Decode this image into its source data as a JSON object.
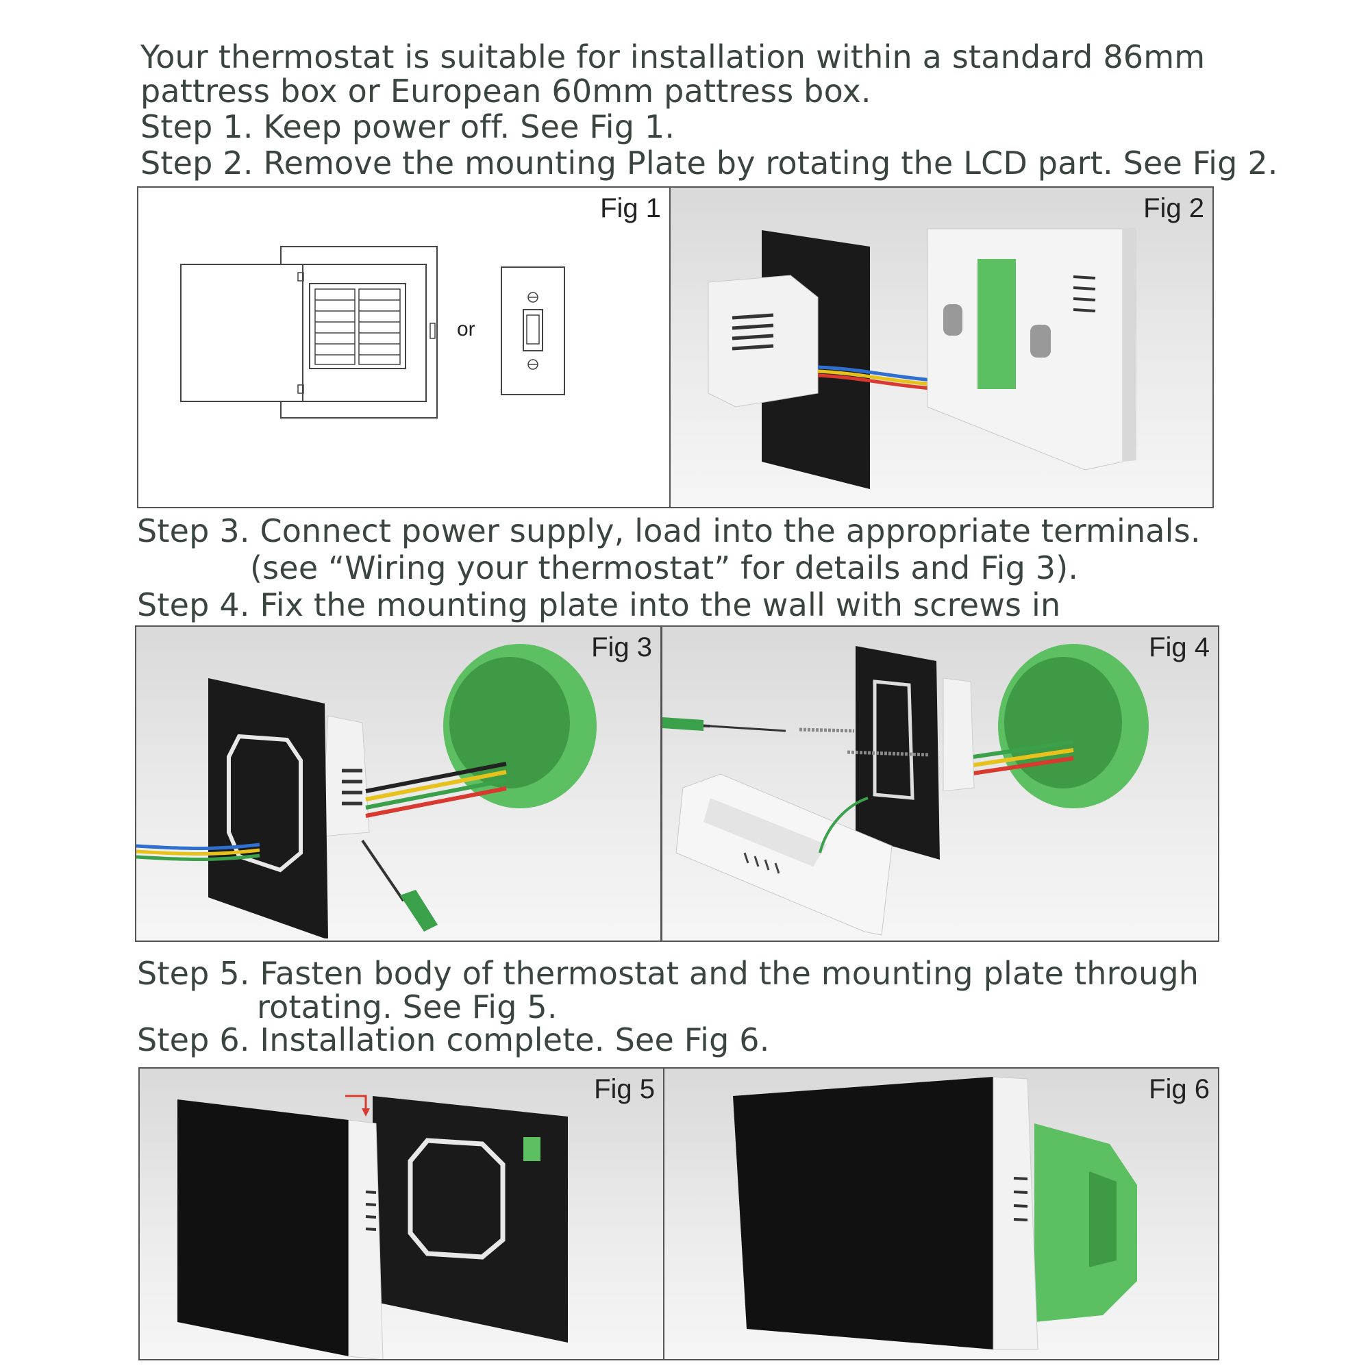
{
  "intro": {
    "line1": "Your thermostat is suitable for installation within a standard 86mm",
    "line2": "pattress box or European 60mm pattress box."
  },
  "steps": {
    "step1": "Step 1. Keep power off. See Fig 1.",
    "step2": "Step 2. Remove the mounting Plate by rotating the LCD part. See Fig 2.",
    "step3a": "Step 3. Connect power supply, load into the appropriate terminals.",
    "step3b": "(see “Wiring your thermostat” for details and Fig 3).",
    "step4": "Step 4. Fix the mounting plate into the wall with screws in",
    "step5a": "Step 5. Fasten body of thermostat and the mounting plate through",
    "step5b": "rotating. See Fig 5.",
    "step6": "Step 6. Installation complete. See Fig 6."
  },
  "figures": {
    "fig1": {
      "label": "Fig 1",
      "or_text": "or"
    },
    "fig2": {
      "label": "Fig 2"
    },
    "fig3": {
      "label": "Fig 3"
    },
    "fig4": {
      "label": "Fig 4"
    },
    "fig5": {
      "label": "Fig 5"
    },
    "fig6": {
      "label": "Fig 6"
    }
  },
  "colors": {
    "text": "#3a4540",
    "box_green": "#5cbf62",
    "plate_black": "#1a1a1a",
    "device_white": "#f2f2f2",
    "wire_yellow": "#e8c21c",
    "wire_red": "#d93a2f",
    "wire_blue": "#2f6fd0",
    "wire_green": "#3aa04a"
  }
}
